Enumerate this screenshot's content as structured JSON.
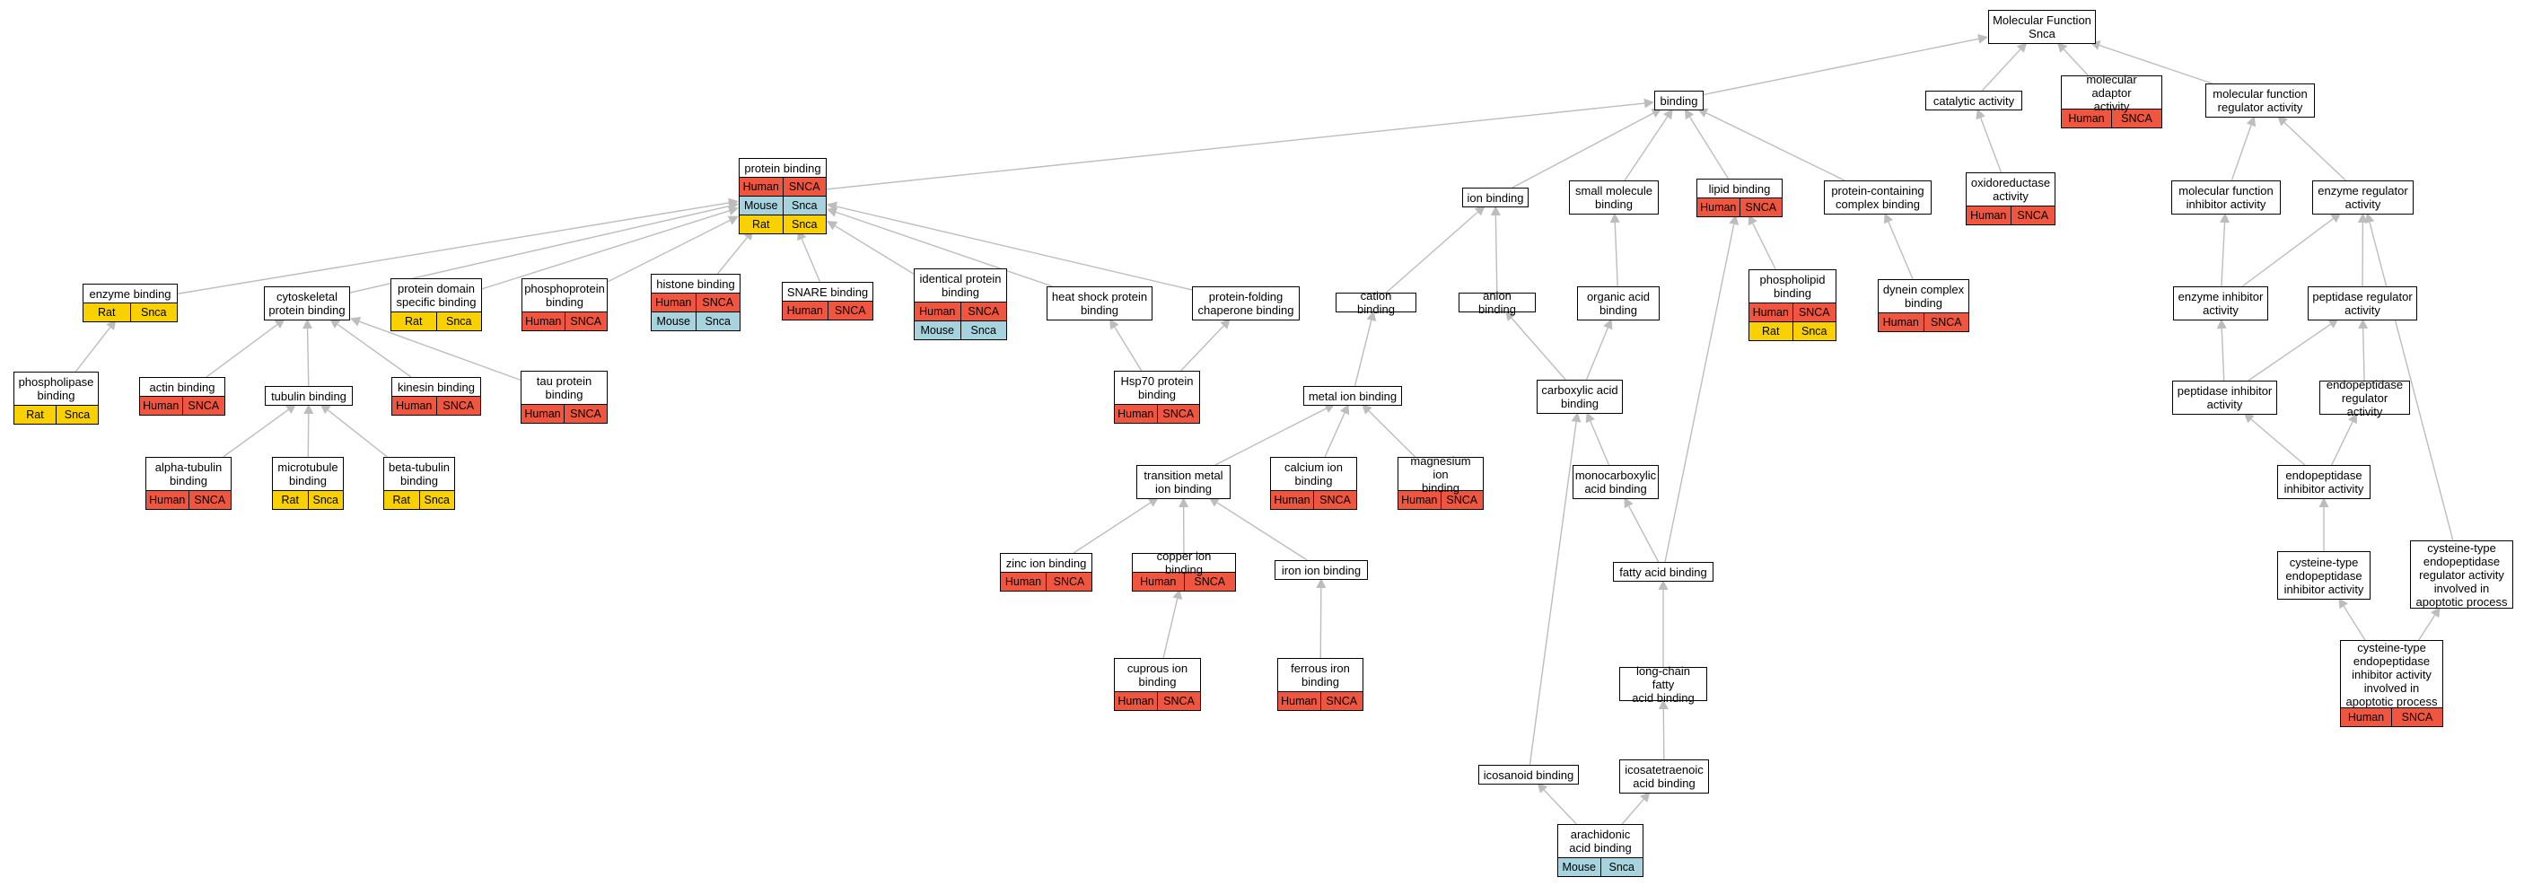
{
  "colors": {
    "Human": "#f0553f",
    "Rat": "#f9d100",
    "Mouse": "#a6d3de",
    "edge": "#bdbdbd"
  },
  "nodes": [
    {
      "id": "mf",
      "label": "Molecular Function\nSnca",
      "tags": []
    },
    {
      "id": "binding",
      "label": "binding",
      "tags": []
    },
    {
      "id": "catalytic",
      "label": "catalytic activity",
      "tags": []
    },
    {
      "id": "mol_adaptor",
      "label": "molecular adaptor\nactivity",
      "tags": [
        [
          "Human",
          "SNCA"
        ]
      ]
    },
    {
      "id": "mf_regulator",
      "label": "molecular function\nregulator activity",
      "tags": []
    },
    {
      "id": "protein_binding",
      "label": "protein binding",
      "tags": [
        [
          "Human",
          "SNCA"
        ],
        [
          "Mouse",
          "Snca"
        ],
        [
          "Rat",
          "Snca"
        ]
      ]
    },
    {
      "id": "ion_binding",
      "label": "ion binding",
      "tags": []
    },
    {
      "id": "small_molecule",
      "label": "small molecule\nbinding",
      "tags": []
    },
    {
      "id": "lipid_binding",
      "label": "lipid binding",
      "tags": [
        [
          "Human",
          "SNCA"
        ]
      ]
    },
    {
      "id": "protein_complex",
      "label": "protein-containing\ncomplex binding",
      "tags": []
    },
    {
      "id": "oxidoreductase",
      "label": "oxidoreductase\nactivity",
      "tags": [
        [
          "Human",
          "SNCA"
        ]
      ]
    },
    {
      "id": "mf_inhibitor",
      "label": "molecular function\ninhibitor activity",
      "tags": []
    },
    {
      "id": "enzyme_regulator",
      "label": "enzyme regulator\nactivity",
      "tags": []
    },
    {
      "id": "enzyme_binding",
      "label": "enzyme binding",
      "tags": [
        [
          "Rat",
          "Snca"
        ]
      ]
    },
    {
      "id": "cytoskeletal",
      "label": "cytoskeletal\nprotein binding",
      "tags": []
    },
    {
      "id": "protein_domain",
      "label": "protein domain\nspecific binding",
      "tags": [
        [
          "Rat",
          "Snca"
        ]
      ]
    },
    {
      "id": "phosphoprotein",
      "label": "phosphoprotein\nbinding",
      "tags": [
        [
          "Human",
          "SNCA"
        ]
      ]
    },
    {
      "id": "histone",
      "label": "histone binding",
      "tags": [
        [
          "Human",
          "SNCA"
        ],
        [
          "Mouse",
          "Snca"
        ]
      ]
    },
    {
      "id": "snare",
      "label": "SNARE binding",
      "tags": [
        [
          "Human",
          "SNCA"
        ]
      ]
    },
    {
      "id": "identical",
      "label": "identical protein\nbinding",
      "tags": [
        [
          "Human",
          "SNCA"
        ],
        [
          "Mouse",
          "Snca"
        ]
      ]
    },
    {
      "id": "heat_shock",
      "label": "heat shock protein\nbinding",
      "tags": []
    },
    {
      "id": "chaperone",
      "label": "protein-folding\nchaperone binding",
      "tags": []
    },
    {
      "id": "cation",
      "label": "cation binding",
      "tags": []
    },
    {
      "id": "anion",
      "label": "anion binding",
      "tags": []
    },
    {
      "id": "organic_acid",
      "label": "organic acid\nbinding",
      "tags": []
    },
    {
      "id": "phospholipid",
      "label": "phospholipid\nbinding",
      "tags": [
        [
          "Human",
          "SNCA"
        ],
        [
          "Rat",
          "Snca"
        ]
      ]
    },
    {
      "id": "dynein",
      "label": "dynein complex\nbinding",
      "tags": [
        [
          "Human",
          "SNCA"
        ]
      ]
    },
    {
      "id": "enzyme_inhibitor",
      "label": "enzyme inhibitor\nactivity",
      "tags": []
    },
    {
      "id": "peptidase_regulator",
      "label": "peptidase regulator\nactivity",
      "tags": []
    },
    {
      "id": "phospholipase",
      "label": "phospholipase\nbinding",
      "tags": [
        [
          "Rat",
          "Snca"
        ]
      ]
    },
    {
      "id": "actin",
      "label": "actin binding",
      "tags": [
        [
          "Human",
          "SNCA"
        ]
      ]
    },
    {
      "id": "tubulin",
      "label": "tubulin binding",
      "tags": []
    },
    {
      "id": "kinesin",
      "label": "kinesin binding",
      "tags": [
        [
          "Human",
          "SNCA"
        ]
      ]
    },
    {
      "id": "tau",
      "label": "tau protein\nbinding",
      "tags": [
        [
          "Human",
          "SNCA"
        ]
      ]
    },
    {
      "id": "hsp70",
      "label": "Hsp70 protein\nbinding",
      "tags": [
        [
          "Human",
          "SNCA"
        ]
      ]
    },
    {
      "id": "metal_ion",
      "label": "metal ion binding",
      "tags": []
    },
    {
      "id": "carboxylic",
      "label": "carboxylic acid\nbinding",
      "tags": []
    },
    {
      "id": "peptidase_inhibitor",
      "label": "peptidase inhibitor\nactivity",
      "tags": []
    },
    {
      "id": "endopeptidase_regulator",
      "label": "endopeptidase\nregulator activity",
      "tags": []
    },
    {
      "id": "alpha_tubulin",
      "label": "alpha-tubulin\nbinding",
      "tags": [
        [
          "Human",
          "SNCA"
        ]
      ]
    },
    {
      "id": "microtubule",
      "label": "microtubule\nbinding",
      "tags": [
        [
          "Rat",
          "Snca"
        ]
      ]
    },
    {
      "id": "beta_tubulin",
      "label": "beta-tubulin\nbinding",
      "tags": [
        [
          "Rat",
          "Snca"
        ]
      ]
    },
    {
      "id": "transition_metal",
      "label": "transition metal\nion binding",
      "tags": []
    },
    {
      "id": "calcium",
      "label": "calcium ion\nbinding",
      "tags": [
        [
          "Human",
          "SNCA"
        ]
      ]
    },
    {
      "id": "magnesium",
      "label": "magnesium ion\nbinding",
      "tags": [
        [
          "Human",
          "SNCA"
        ]
      ]
    },
    {
      "id": "monocarboxylic",
      "label": "monocarboxylic\nacid binding",
      "tags": []
    },
    {
      "id": "endopeptidase_inhibitor",
      "label": "endopeptidase\ninhibitor activity",
      "tags": []
    },
    {
      "id": "zinc",
      "label": "zinc ion binding",
      "tags": [
        [
          "Human",
          "SNCA"
        ]
      ]
    },
    {
      "id": "copper",
      "label": "copper ion binding",
      "tags": [
        [
          "Human",
          "SNCA"
        ]
      ]
    },
    {
      "id": "iron",
      "label": "iron ion binding",
      "tags": []
    },
    {
      "id": "fatty_acid",
      "label": "fatty acid binding",
      "tags": []
    },
    {
      "id": "cysteine_inhibitor",
      "label": "cysteine-type\nendopeptidase\ninhibitor activity",
      "tags": []
    },
    {
      "id": "cysteine_regulator_apoptotic",
      "label": "cysteine-type\nendopeptidase\nregulator activity\ninvolved in\napoptotic process",
      "tags": []
    },
    {
      "id": "cuprous",
      "label": "cuprous ion\nbinding",
      "tags": [
        [
          "Human",
          "SNCA"
        ]
      ]
    },
    {
      "id": "ferrous",
      "label": "ferrous iron\nbinding",
      "tags": [
        [
          "Human",
          "SNCA"
        ]
      ]
    },
    {
      "id": "long_chain",
      "label": "long-chain fatty\nacid binding",
      "tags": []
    },
    {
      "id": "cysteine_inhibitor_apoptotic",
      "label": "cysteine-type\nendopeptidase\ninhibitor activity\ninvolved in\napoptotic process",
      "tags": [
        [
          "Human",
          "SNCA"
        ]
      ]
    },
    {
      "id": "icosanoid",
      "label": "icosanoid binding",
      "tags": []
    },
    {
      "id": "icosatetraenoic",
      "label": "icosatetraenoic\nacid binding",
      "tags": []
    },
    {
      "id": "arachidonic",
      "label": "arachidonic\nacid binding",
      "tags": [
        [
          "Mouse",
          "Snca"
        ]
      ]
    }
  ],
  "edges": [
    [
      "binding",
      "mf"
    ],
    [
      "catalytic",
      "mf"
    ],
    [
      "mol_adaptor",
      "mf"
    ],
    [
      "mf_regulator",
      "mf"
    ],
    [
      "protein_binding",
      "binding"
    ],
    [
      "ion_binding",
      "binding"
    ],
    [
      "small_molecule",
      "binding"
    ],
    [
      "lipid_binding",
      "binding"
    ],
    [
      "protein_complex",
      "binding"
    ],
    [
      "oxidoreductase",
      "catalytic"
    ],
    [
      "mf_inhibitor",
      "mf_regulator"
    ],
    [
      "enzyme_regulator",
      "mf_regulator"
    ],
    [
      "enzyme_binding",
      "protein_binding"
    ],
    [
      "cytoskeletal",
      "protein_binding"
    ],
    [
      "protein_domain",
      "protein_binding"
    ],
    [
      "phosphoprotein",
      "protein_binding"
    ],
    [
      "histone",
      "protein_binding"
    ],
    [
      "snare",
      "protein_binding"
    ],
    [
      "identical",
      "protein_binding"
    ],
    [
      "heat_shock",
      "protein_binding"
    ],
    [
      "chaperone",
      "protein_binding"
    ],
    [
      "cation",
      "ion_binding"
    ],
    [
      "anion",
      "ion_binding"
    ],
    [
      "organic_acid",
      "small_molecule"
    ],
    [
      "phospholipid",
      "lipid_binding"
    ],
    [
      "fatty_acid",
      "lipid_binding"
    ],
    [
      "dynein",
      "protein_complex"
    ],
    [
      "enzyme_inhibitor",
      "mf_inhibitor"
    ],
    [
      "enzyme_inhibitor",
      "enzyme_regulator"
    ],
    [
      "peptidase_regulator",
      "enzyme_regulator"
    ],
    [
      "cysteine_regulator_apoptotic",
      "enzyme_regulator"
    ],
    [
      "phospholipase",
      "enzyme_binding"
    ],
    [
      "actin",
      "cytoskeletal"
    ],
    [
      "tubulin",
      "cytoskeletal"
    ],
    [
      "kinesin",
      "cytoskeletal"
    ],
    [
      "tau",
      "cytoskeletal"
    ],
    [
      "alpha_tubulin",
      "tubulin"
    ],
    [
      "microtubule",
      "tubulin"
    ],
    [
      "beta_tubulin",
      "tubulin"
    ],
    [
      "hsp70",
      "heat_shock"
    ],
    [
      "hsp70",
      "chaperone"
    ],
    [
      "metal_ion",
      "cation"
    ],
    [
      "carboxylic",
      "anion"
    ],
    [
      "carboxylic",
      "organic_acid"
    ],
    [
      "transition_metal",
      "metal_ion"
    ],
    [
      "calcium",
      "metal_ion"
    ],
    [
      "magnesium",
      "metal_ion"
    ],
    [
      "monocarboxylic",
      "carboxylic"
    ],
    [
      "icosanoid",
      "carboxylic"
    ],
    [
      "zinc",
      "transition_metal"
    ],
    [
      "copper",
      "transition_metal"
    ],
    [
      "iron",
      "transition_metal"
    ],
    [
      "cuprous",
      "copper"
    ],
    [
      "ferrous",
      "iron"
    ],
    [
      "fatty_acid",
      "monocarboxylic"
    ],
    [
      "long_chain",
      "fatty_acid"
    ],
    [
      "icosatetraenoic",
      "long_chain"
    ],
    [
      "arachidonic",
      "icosanoid"
    ],
    [
      "arachidonic",
      "icosatetraenoic"
    ],
    [
      "peptidase_inhibitor",
      "enzyme_inhibitor"
    ],
    [
      "peptidase_inhibitor",
      "peptidase_regulator"
    ],
    [
      "endopeptidase_regulator",
      "peptidase_regulator"
    ],
    [
      "endopeptidase_inhibitor",
      "peptidase_inhibitor"
    ],
    [
      "endopeptidase_inhibitor",
      "endopeptidase_regulator"
    ],
    [
      "cysteine_inhibitor",
      "endopeptidase_inhibitor"
    ],
    [
      "cysteine_inhibitor_apoptotic",
      "cysteine_inhibitor"
    ],
    [
      "cysteine_inhibitor_apoptotic",
      "cysteine_regulator_apoptotic"
    ]
  ]
}
